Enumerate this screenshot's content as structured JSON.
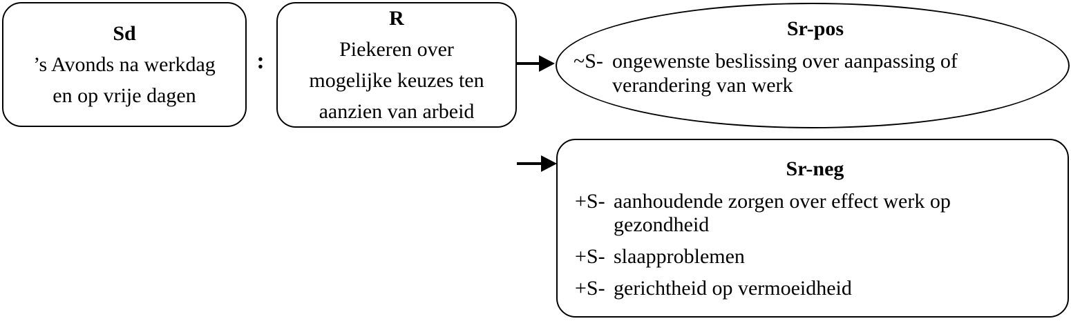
{
  "diagram": {
    "sd": {
      "title": "Sd",
      "lines": [
        "’s Avonds na werkdag",
        "en op vrije dagen"
      ]
    },
    "separator": ":",
    "r": {
      "title": "R",
      "lines": [
        "Piekeren over",
        "mogelijke keuzes ten",
        "aanzien van arbeid"
      ]
    },
    "sr_pos": {
      "title": "Sr-pos",
      "item": {
        "prefix": "~S-",
        "lines": [
          "ongewenste beslissing over aanpassing of",
          "verandering van werk"
        ]
      }
    },
    "sr_neg": {
      "title": "Sr-neg",
      "items": [
        {
          "prefix": "+S-",
          "lines": [
            "aanhoudende zorgen over effect werk op",
            "gezondheid"
          ]
        },
        {
          "prefix": "+S-",
          "lines": [
            "slaapproblemen"
          ]
        },
        {
          "prefix": "+S-",
          "lines": [
            "gerichtheid op vermoeidheid"
          ]
        }
      ]
    },
    "colors": {
      "border": "#000000",
      "text": "#000000",
      "background": "#ffffff"
    }
  }
}
